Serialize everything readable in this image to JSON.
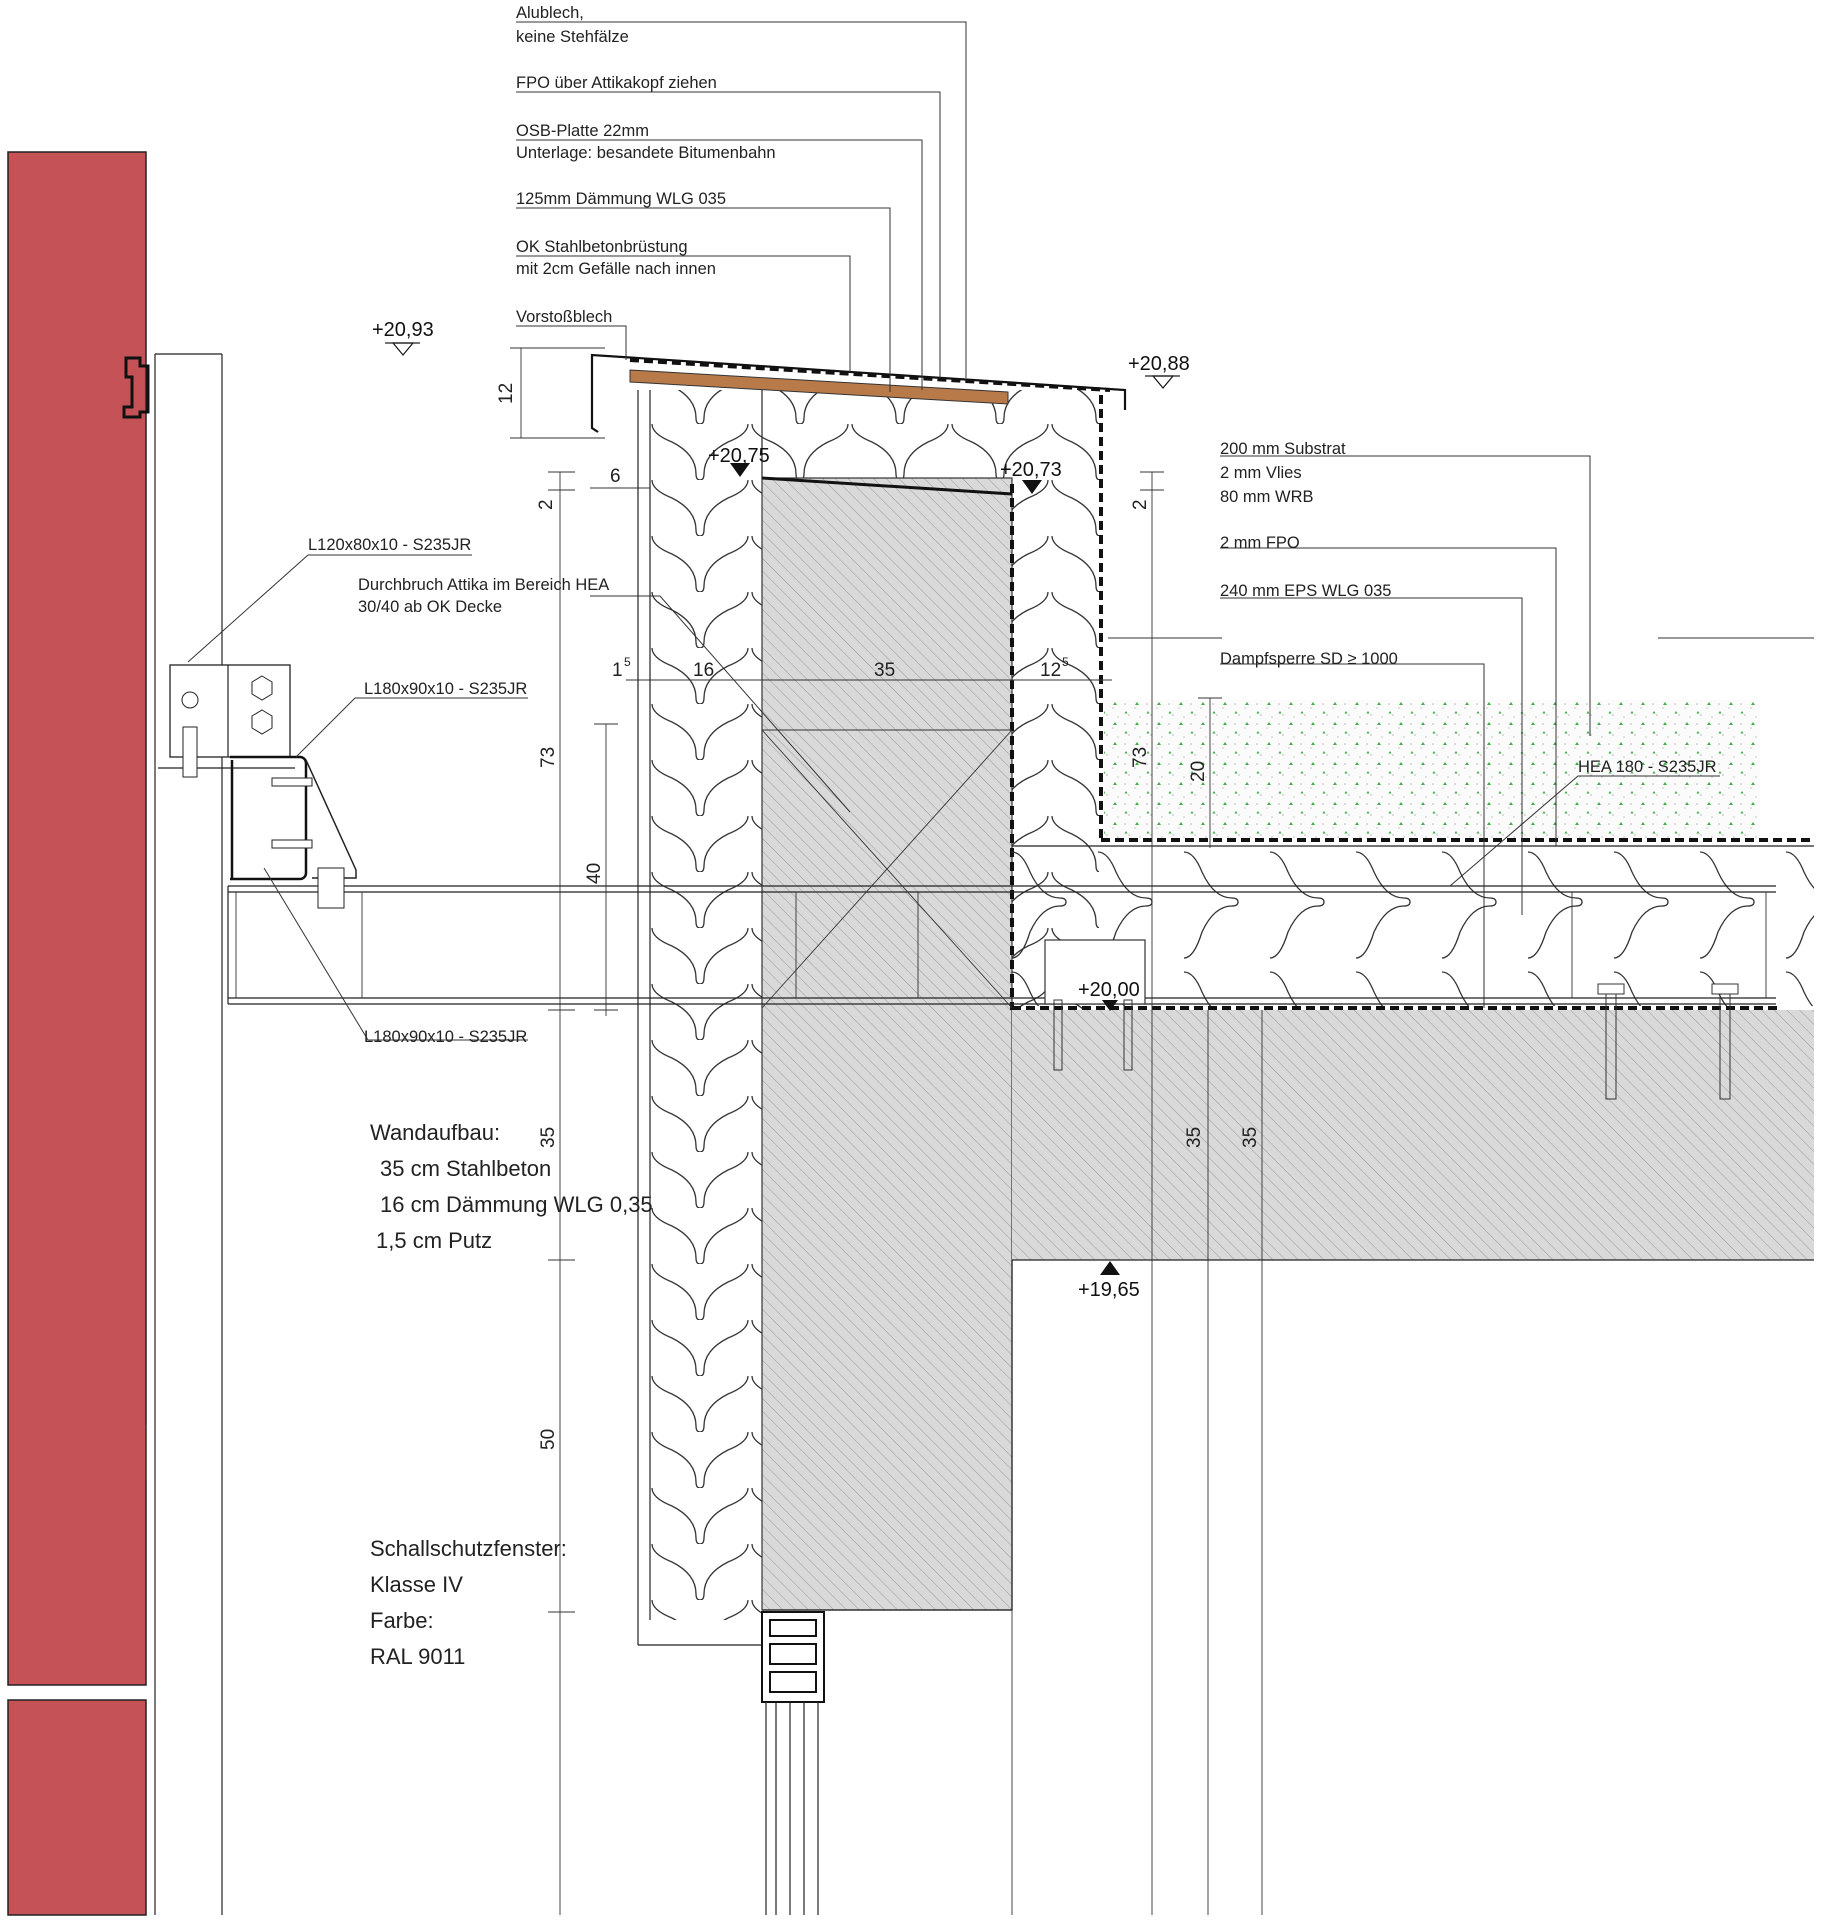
{
  "colors": {
    "cladding": "#c55256",
    "concrete": "#d8d8d8",
    "substrate_dot": "#3fae49",
    "osb": "#b97a4a",
    "line": "#222222"
  },
  "labels": {
    "alublech_1": "Alublech,",
    "alublech_2": "keine Stehfälze",
    "fpo_attika": "FPO über Attikakopf ziehen",
    "osb_1": "OSB-Platte 22mm",
    "osb_2": "Unterlage: besandete Bitumenbahn",
    "daemmung_125": "125mm Dämmung WLG 035",
    "ok_stb_1": "OK Stahlbetonbrüstung",
    "ok_stb_2": "mit 2cm Gefälle nach innen",
    "vorstoss": "Vorstoßblech",
    "l120": "L120x80x10 - S235JR",
    "durchbruch_1": "Durchbruch Attika im Bereich HEA",
    "durchbruch_2": "30/40 ab OK Decke",
    "l180_top": "L180x90x10 - S235JR",
    "l180_bottom": "L180x90x10 - S235JR",
    "substrat_1": "200 mm Substrat",
    "substrat_2": "2 mm Vlies",
    "substrat_3": "80 mm WRB",
    "fpo_2mm": "2 mm FPO",
    "eps": "240 mm EPS WLG 035",
    "dampfsperre": "Dampfsperre SD  ≥ 1000",
    "hea": "HEA 180 - S235JR"
  },
  "notes": {
    "wand_title": "Wandaufbau:",
    "wand_1": "35 cm Stahlbeton",
    "wand_2": "16 cm Dämmung WLG 0,35",
    "wand_3": "1,5 cm Putz",
    "fenster_1": "Schallschutzfenster:",
    "fenster_2": "Klasse IV",
    "fenster_3": "Farbe:",
    "fenster_4": "RAL 9011"
  },
  "levels": {
    "l2093": "+20,93",
    "l2088": "+20,88",
    "l2075": "+20,75",
    "l2073": "+20,73",
    "l2000": "+20,00",
    "l1965": "+19,65"
  },
  "dimensions": {
    "d12": "12",
    "d6": "6",
    "d2_left": "2",
    "d2_right": "2",
    "d1": "1",
    "d1_sup": "5",
    "d16": "16",
    "d35_top": "35",
    "d12b": "12",
    "d12b_sup": "5",
    "d73_left": "73",
    "d40": "40",
    "d73_right": "73",
    "d20": "20",
    "d35_left": "35",
    "d50": "50",
    "d35_a": "35",
    "d35_b": "35"
  }
}
